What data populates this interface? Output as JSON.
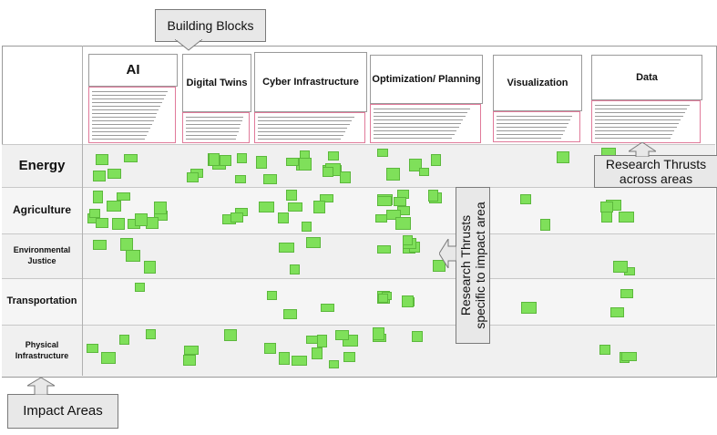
{
  "callouts": {
    "building_blocks": "Building Blocks",
    "impact_areas": "Impact Areas",
    "across_areas_line1": "Research Thrusts",
    "across_areas_line2": "across areas",
    "specific_line1": "Research Thrusts",
    "specific_line2": "specific to impact area"
  },
  "building_blocks": [
    {
      "label": "AI"
    },
    {
      "label": "Digital Twins"
    },
    {
      "label": "Cyber Infrastructure"
    },
    {
      "label": "Optimization/ Planning"
    },
    {
      "label": "Visualization"
    },
    {
      "label": "Data"
    }
  ],
  "impact_areas": [
    {
      "label": "Energy"
    },
    {
      "label": "Agriculture"
    },
    {
      "label": "Environmental Justice"
    },
    {
      "label": "Transportation"
    },
    {
      "label": "Physical Infrastructure"
    }
  ],
  "colors": {
    "sticky": "#7fe05a",
    "sticky_border": "#5cb83c",
    "note_border": "#e07a9a",
    "callout_bg": "#e8e8e8"
  }
}
